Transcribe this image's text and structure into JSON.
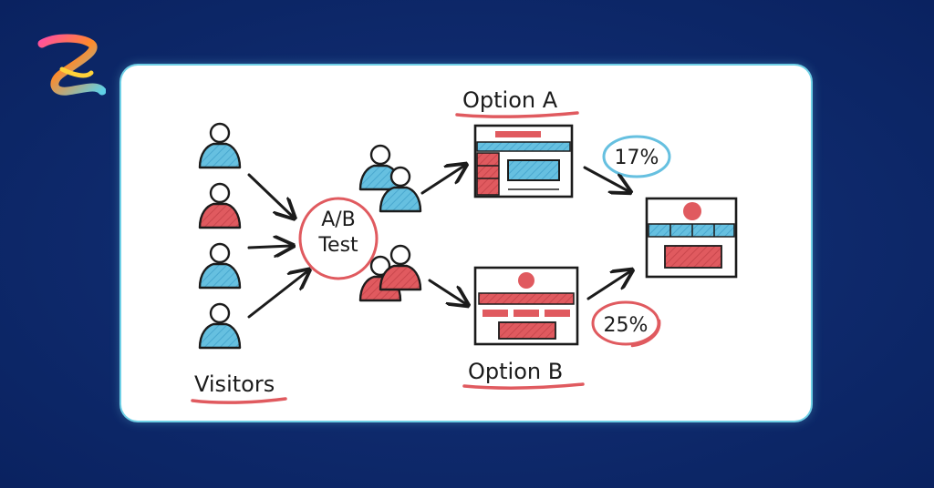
{
  "colors": {
    "background": "#0f2b6e",
    "card_border": "#6fd0e6",
    "ink": "#1b1b1b",
    "red": "#e05a5f",
    "blue": "#66c0e0"
  },
  "labels": {
    "visitors": "Visitors",
    "test_line1": "A/B",
    "test_line2": "Test",
    "option_a": "Option A",
    "option_b": "Option B",
    "rate_a": "17%",
    "rate_b": "25%"
  },
  "icons": {
    "logo": "brand-logo-icon",
    "visitor": "person-icon",
    "page": "webpage-icon"
  }
}
